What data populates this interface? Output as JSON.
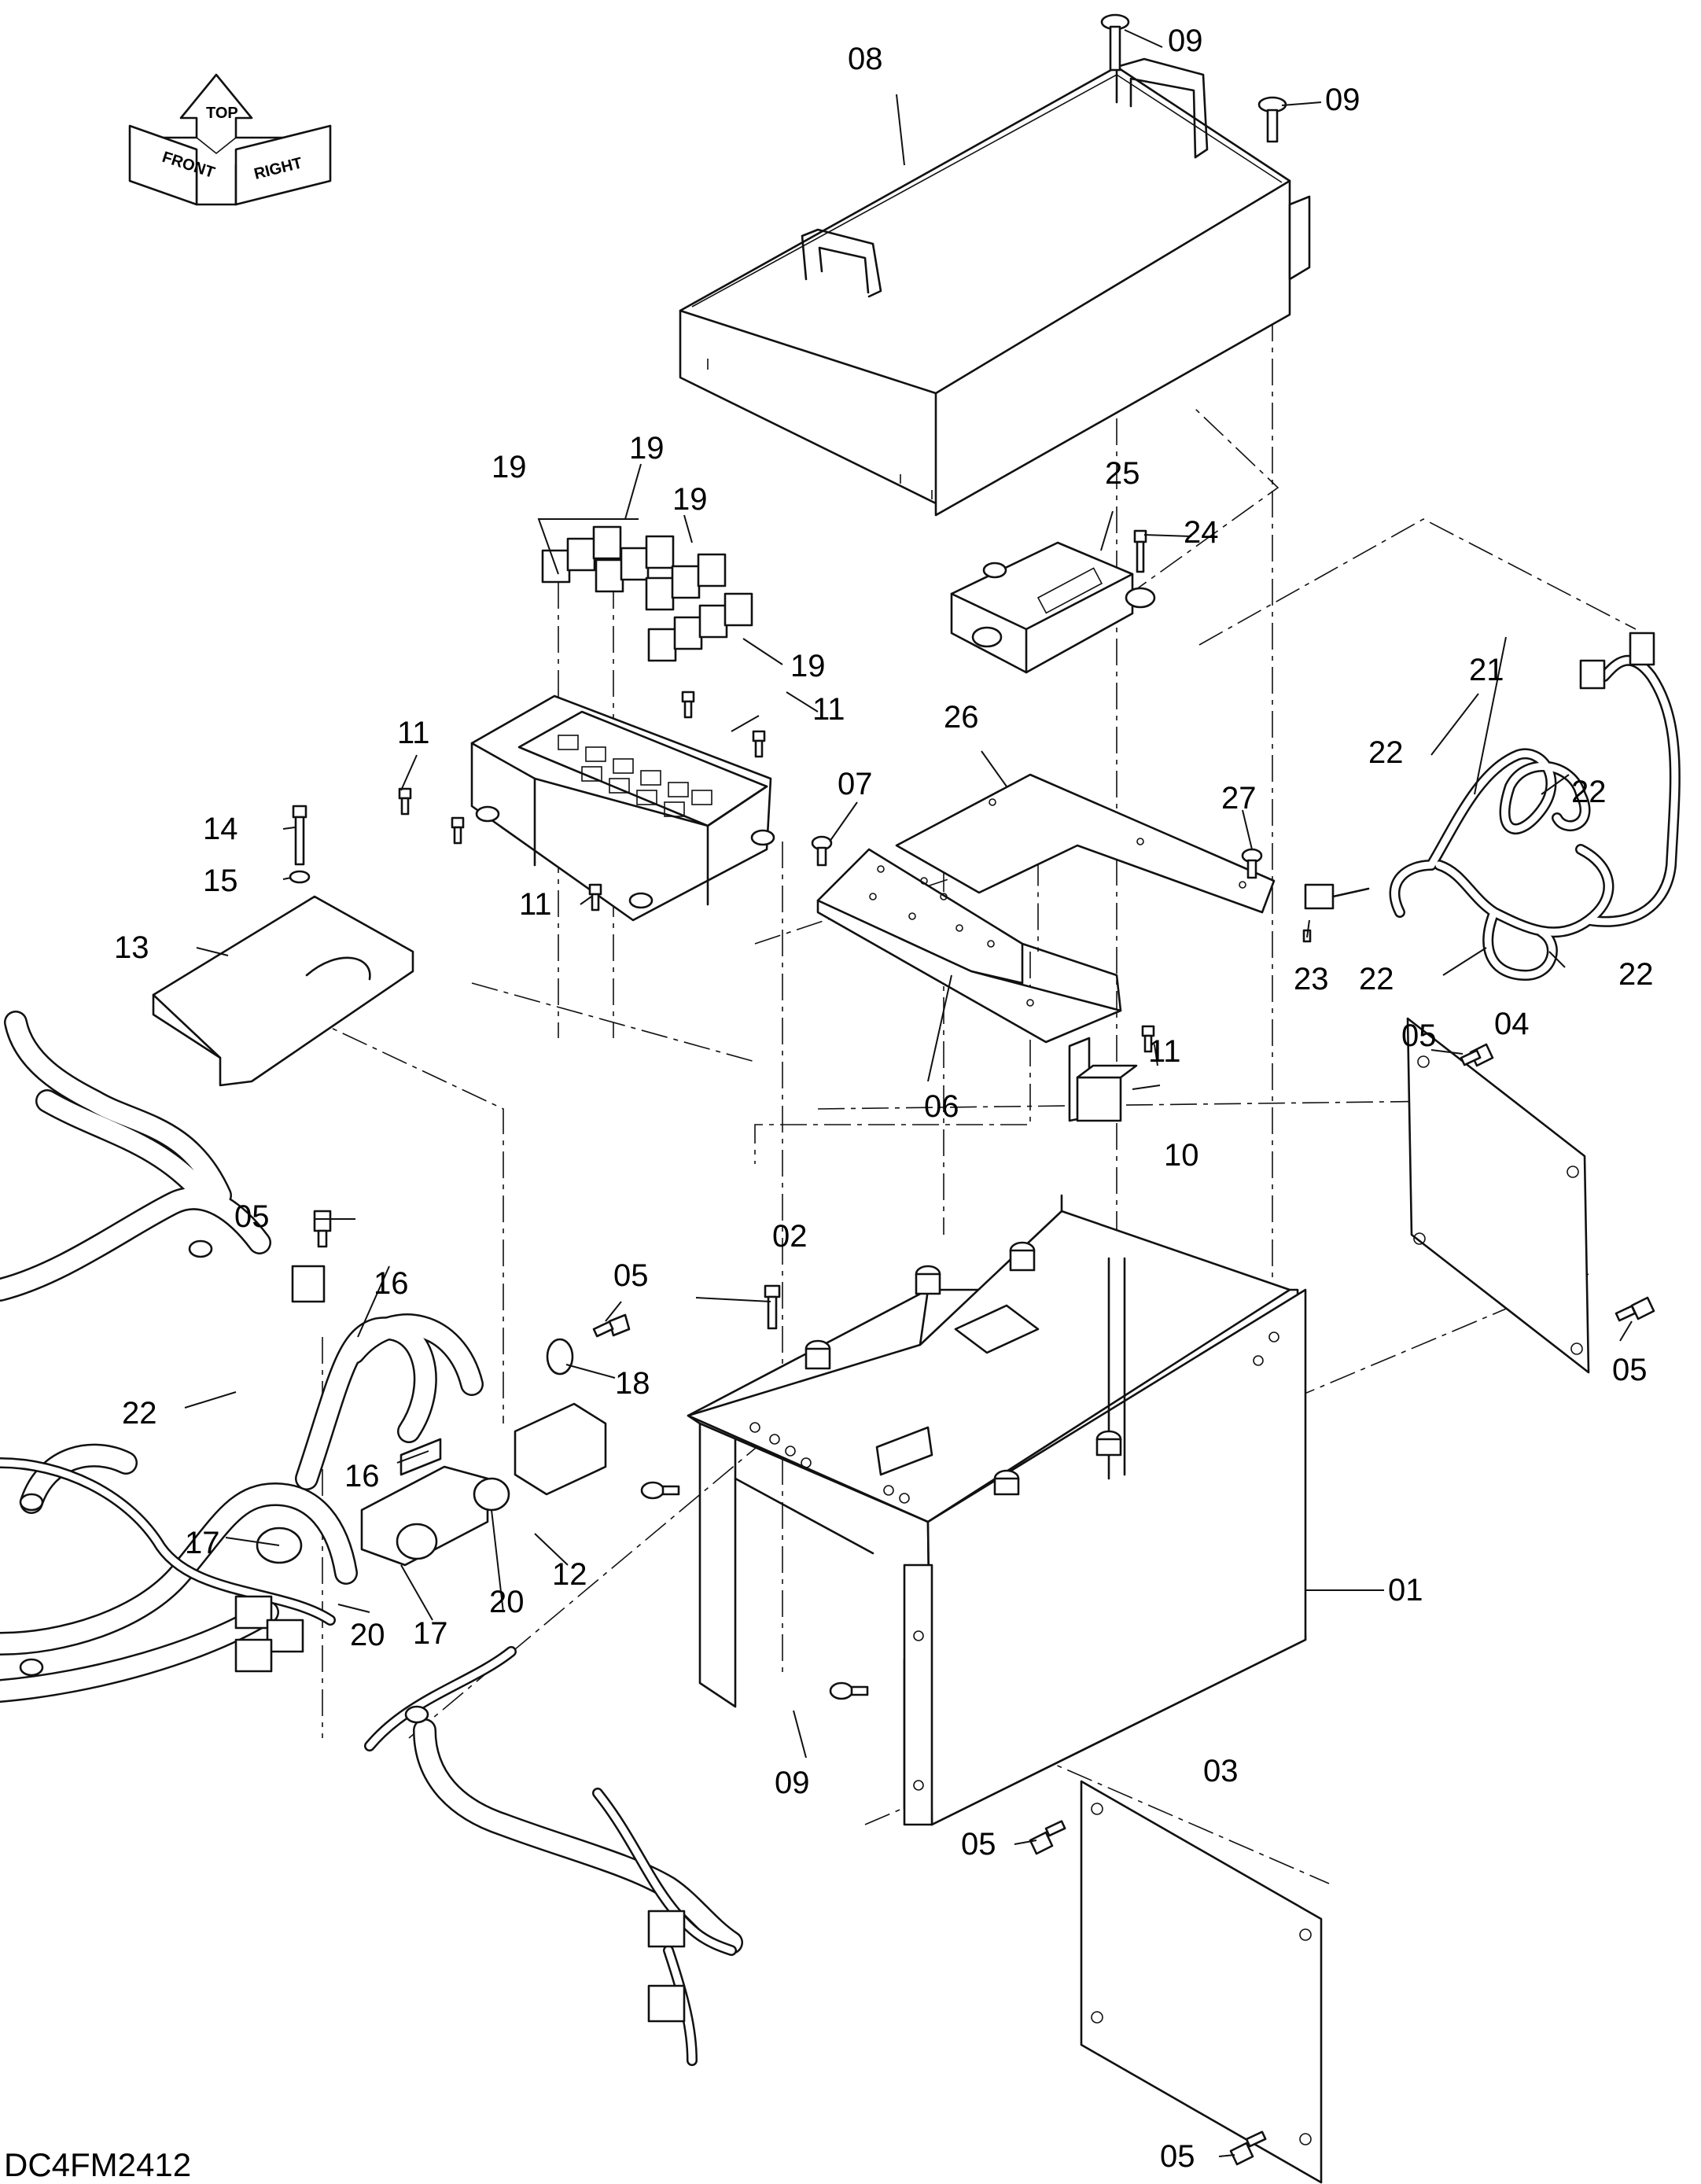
{
  "drawing_code": "DC4FM2412",
  "orientation": {
    "top": "TOP",
    "front": "FRONT",
    "right": "RIGHT"
  },
  "callouts": {
    "c01": "01",
    "c02": "02",
    "c03": "03",
    "c04": "04",
    "c05a": "05",
    "c05b": "05",
    "c05c": "05",
    "c05d": "05",
    "c05e": "05",
    "c05f": "05",
    "c06": "06",
    "c07": "07",
    "c08": "08",
    "c09a": "09",
    "c09b": "09",
    "c09c": "09",
    "c10": "10",
    "c11a": "11",
    "c11b": "11",
    "c11c": "11",
    "c11d": "11",
    "c12": "12",
    "c13": "13",
    "c14": "14",
    "c15": "15",
    "c16a": "16",
    "c16b": "16",
    "c17a": "17",
    "c17b": "17",
    "c18": "18",
    "c19a": "19",
    "c19b": "19",
    "c19c": "19",
    "c19d": "19",
    "c20a": "20",
    "c20b": "20",
    "c21": "21",
    "c22a": "22",
    "c22b": "22",
    "c22c": "22",
    "c22d": "22",
    "c22e": "22",
    "c23": "23",
    "c24": "24",
    "c25": "25",
    "c26": "26",
    "c27": "27"
  }
}
